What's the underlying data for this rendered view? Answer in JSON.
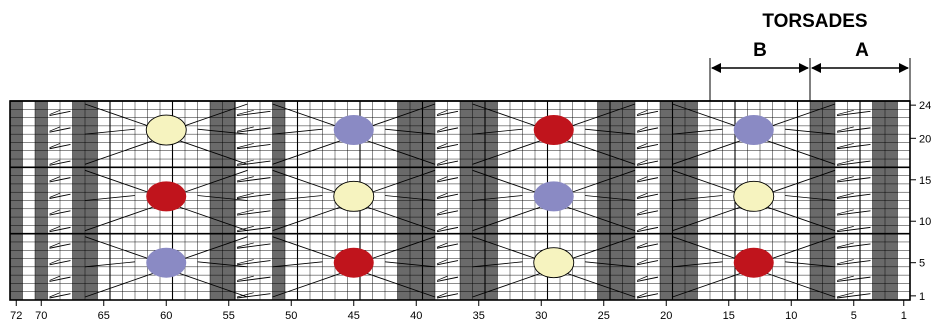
{
  "header": {
    "title": "TORSADES",
    "marker_b": "B",
    "marker_a": "A"
  },
  "chart_data": {
    "type": "knitting-chart",
    "columns": 72,
    "rows": 24,
    "x_tick_labels": [
      "72",
      "70",
      "65",
      "60",
      "55",
      "50",
      "45",
      "40",
      "35",
      "30",
      "25",
      "20",
      "15",
      "10",
      "5",
      "1"
    ],
    "x_tick_values": [
      72,
      70,
      65,
      60,
      55,
      50,
      45,
      40,
      35,
      30,
      25,
      20,
      15,
      10,
      5,
      1
    ],
    "y_tick_labels": [
      "1",
      "5",
      "10",
      "15",
      "20",
      "24"
    ],
    "y_tick_values": [
      1,
      5,
      10,
      15,
      20,
      24
    ],
    "dark_column_groups": [
      [
        72,
        72
      ],
      [
        70,
        70
      ],
      [
        67,
        66
      ],
      [
        56,
        55
      ],
      [
        51,
        51
      ],
      [
        41,
        39
      ],
      [
        36,
        34
      ],
      [
        25,
        23
      ],
      [
        20,
        18
      ],
      [
        8,
        7
      ],
      [
        3,
        2
      ]
    ],
    "twist_column_groups": [
      [
        69,
        68
      ],
      [
        54,
        52
      ],
      [
        38,
        37
      ],
      [
        22,
        21
      ],
      [
        6,
        4
      ]
    ],
    "motif_bands": [
      [
        1,
        8
      ],
      [
        9,
        16
      ],
      [
        17,
        24
      ]
    ],
    "panel_centers": [
      60,
      45,
      29,
      13
    ],
    "bobbles": [
      {
        "col": 60,
        "row": 21,
        "color": "yellow"
      },
      {
        "col": 60,
        "row": 13,
        "color": "red"
      },
      {
        "col": 60,
        "row": 5,
        "color": "blue"
      },
      {
        "col": 45,
        "row": 21,
        "color": "blue"
      },
      {
        "col": 45,
        "row": 13,
        "color": "yellow"
      },
      {
        "col": 45,
        "row": 5,
        "color": "red"
      },
      {
        "col": 29,
        "row": 21,
        "color": "red"
      },
      {
        "col": 29,
        "row": 13,
        "color": "blue"
      },
      {
        "col": 29,
        "row": 5,
        "color": "yellow"
      },
      {
        "col": 13,
        "row": 21,
        "color": "blue"
      },
      {
        "col": 13,
        "row": 13,
        "color": "yellow"
      },
      {
        "col": 13,
        "row": 5,
        "color": "red"
      }
    ],
    "bracket_b": {
      "from": 16,
      "to": 9
    },
    "bracket_a": {
      "from": 8,
      "to": 1
    }
  },
  "colors": {
    "red": "#c0141c",
    "blue": "#8a8ac4",
    "yellow": "#f6f3bf",
    "dark_column": "#6a6a6a",
    "grid": "#000000"
  }
}
